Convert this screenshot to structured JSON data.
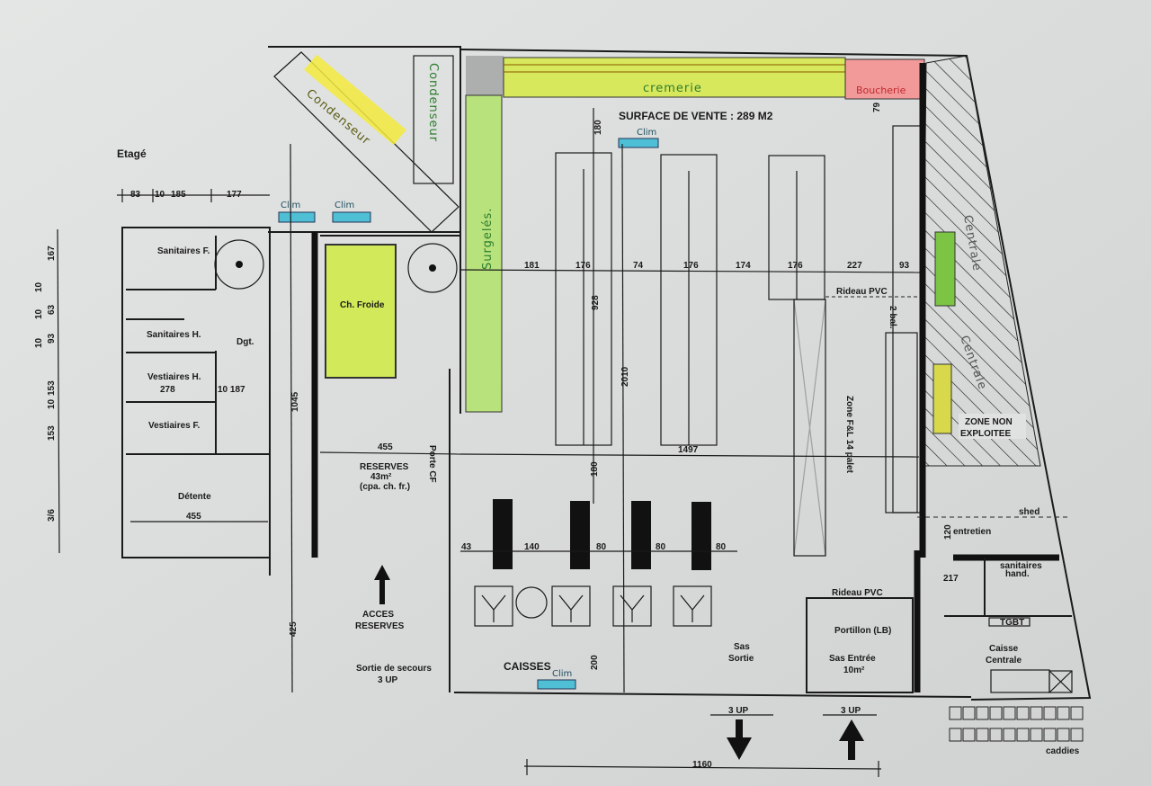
{
  "heading": "Etagé",
  "colors": {
    "cremerie": "#d7e85c",
    "boucherie": "#f29a9a",
    "surgeles": "#b8e27c",
    "ch_froide": "#d2ea5a",
    "clim": "#4fbfd6",
    "zone_green": "#7cc443",
    "zone_yellow": "#d7d84a"
  },
  "top_dims": [
    "83",
    "10",
    "185",
    "177"
  ],
  "left_dims": [
    "167",
    "10",
    "63",
    "10",
    "93",
    "10",
    "153",
    "10",
    "153",
    "3/6"
  ],
  "clim": "Clim",
  "condenseur_1": "Condenseur",
  "condenseur_2": "Condenseur",
  "sales": {
    "title": "SURFACE DE VENTE : 289 M2",
    "cremerie": "cremerie",
    "boucherie": "Boucherie",
    "surgeles": "Surgelés.",
    "dim_180_top": "180",
    "dim_79": "79",
    "row_dims": [
      "181",
      "176",
      "74",
      "176",
      "174",
      "176",
      "227",
      "93"
    ],
    "dim_928": "928",
    "dim_2010": "2010",
    "dim_1497": "1497",
    "dim_180_mid": "180",
    "rideau_pvc": "Rideau PVC",
    "bal": "2 bal.",
    "zone_fl": "Zone F&L 14 palet",
    "centrale_1": "Centrale",
    "centrale_2": "Centrale",
    "zone_non": "ZONE NON",
    "exploitee": "EXPLOITEE"
  },
  "staff": {
    "sanitaires_f": "Sanitaires F.",
    "sanitaires_h": "Sanitaires H.",
    "dgt": "Dgt.",
    "vestiaires_h": "Vestiaires H.",
    "dim_278": "278",
    "dim_10_187": "10 187",
    "vestiaires_f": "Vestiaires F.",
    "detente": "Détente",
    "dim_455": "455",
    "dim_1045": "1045",
    "dim_425": "425"
  },
  "reserve": {
    "ch_froide": "Ch. Froide",
    "dim_455": "455",
    "reserves": "RESERVES",
    "area": "43m²",
    "note": "(cpa. ch. fr.)",
    "porte_cf": "Porte CF",
    "acces_1": "ACCES",
    "acces_2": "RESERVES",
    "sortie_1": "Sortie de secours",
    "sortie_2": "3 UP"
  },
  "checkout": {
    "dims": [
      "43",
      "140",
      "80",
      "80",
      "80"
    ],
    "caisses": "CAISSES",
    "dim_200": "200",
    "sas_sortie_1": "Sas",
    "sas_sortie_2": "Sortie",
    "rideau_pvc": "Rideau PVC",
    "portillon": "Portillon (LB)",
    "sas_entree": "Sas Entrée",
    "sas_area": "10m²",
    "up_left": "3 UP",
    "up_right": "3 UP",
    "dim_1160": "1160"
  },
  "service": {
    "entretien": "entretien",
    "shed": "shed",
    "dim_120": "120",
    "dim_217": "217",
    "sanitaires_hand_1": "sanitaires",
    "sanitaires_hand_2": "hand.",
    "tgbt": "TGBT",
    "caisse": "Caisse",
    "centrale": "Centrale",
    "caddies": "caddies"
  }
}
